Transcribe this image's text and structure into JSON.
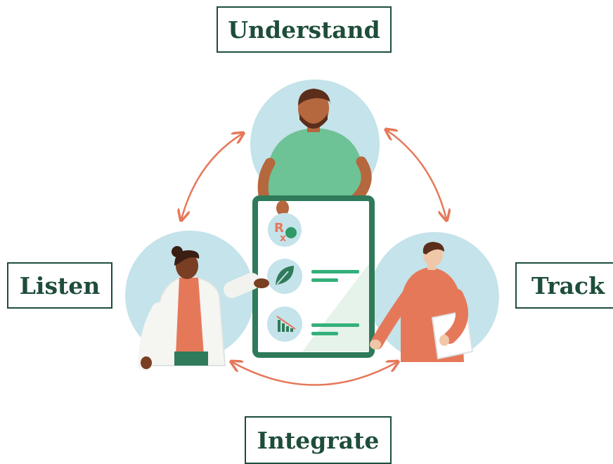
{
  "labels": {
    "understand": "Understand",
    "listen": "Listen",
    "track": "Track",
    "integrate": "Integrate"
  },
  "icons": [
    "rx-icon",
    "leaf-icon",
    "chart-icon"
  ],
  "colors": {
    "dark_green": "#1e4d3a",
    "accent_orange": "#e6785a",
    "circle_blue": "#c4e3ea",
    "shirt_green": "#6dc395",
    "board_green": "#2f7a5a"
  }
}
